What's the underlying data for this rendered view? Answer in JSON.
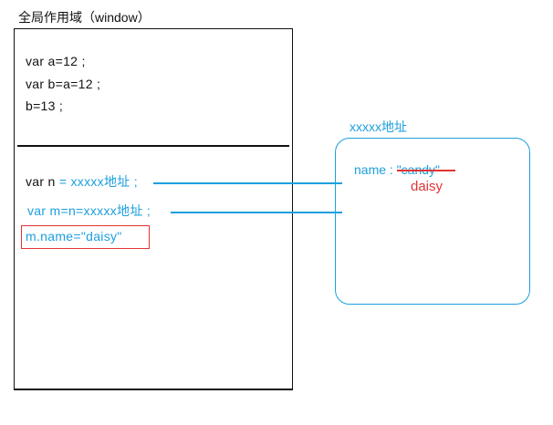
{
  "title": "全局作用域（window）",
  "colors": {
    "accent_blue": "#1C9FDE",
    "accent_red": "#E13434",
    "text_black": "#111111"
  },
  "scope_box": {
    "lines": [
      "var a=12 ;",
      "var b=a=12 ;",
      "b=13 ;"
    ],
    "line_n_prefix": "var n",
    "line_n_suffix": " = xxxxx地址 ;",
    "line_m": "var m=n=xxxxx地址 ;",
    "highlight": "m.name=\"daisy\""
  },
  "object_box": {
    "label": "xxxxx地址",
    "name_key": "name :",
    "old_value": "\"candy\"",
    "new_value": "daisy"
  }
}
